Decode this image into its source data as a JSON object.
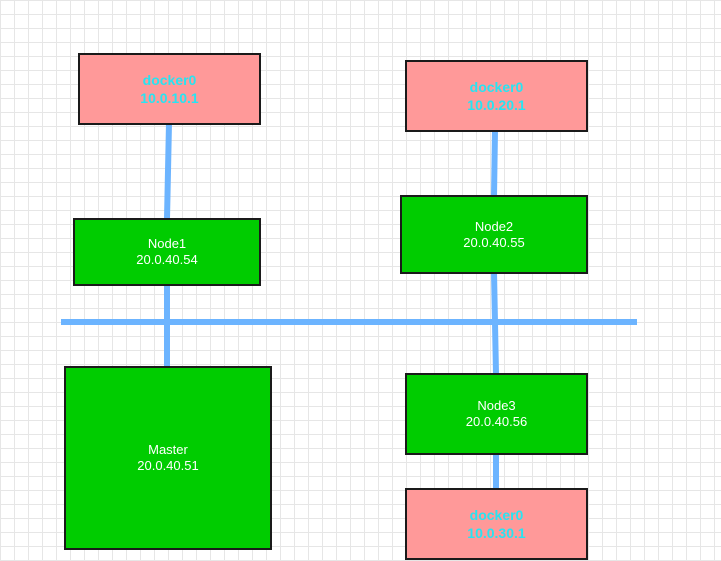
{
  "colors": {
    "node_fill": "#00cc00",
    "docker_fill": "#ff9999",
    "docker_text": "#27e4f2",
    "link": "#6cb4ff",
    "border": "#1a1a1a"
  },
  "nodes": {
    "docker0_a": {
      "label": "docker0",
      "ip": "10.0.10.1"
    },
    "docker0_b": {
      "label": "docker0",
      "ip": "10.0.20.1"
    },
    "node1": {
      "label": "Node1",
      "ip": "20.0.40.54"
    },
    "node2": {
      "label": "Node2",
      "ip": "20.0.40.55"
    },
    "master": {
      "label": "Master",
      "ip": "20.0.40.51"
    },
    "node3": {
      "label": "Node3",
      "ip": "20.0.40.56"
    },
    "docker0_c": {
      "label": "docker0",
      "ip": "10.0.30.1"
    }
  }
}
